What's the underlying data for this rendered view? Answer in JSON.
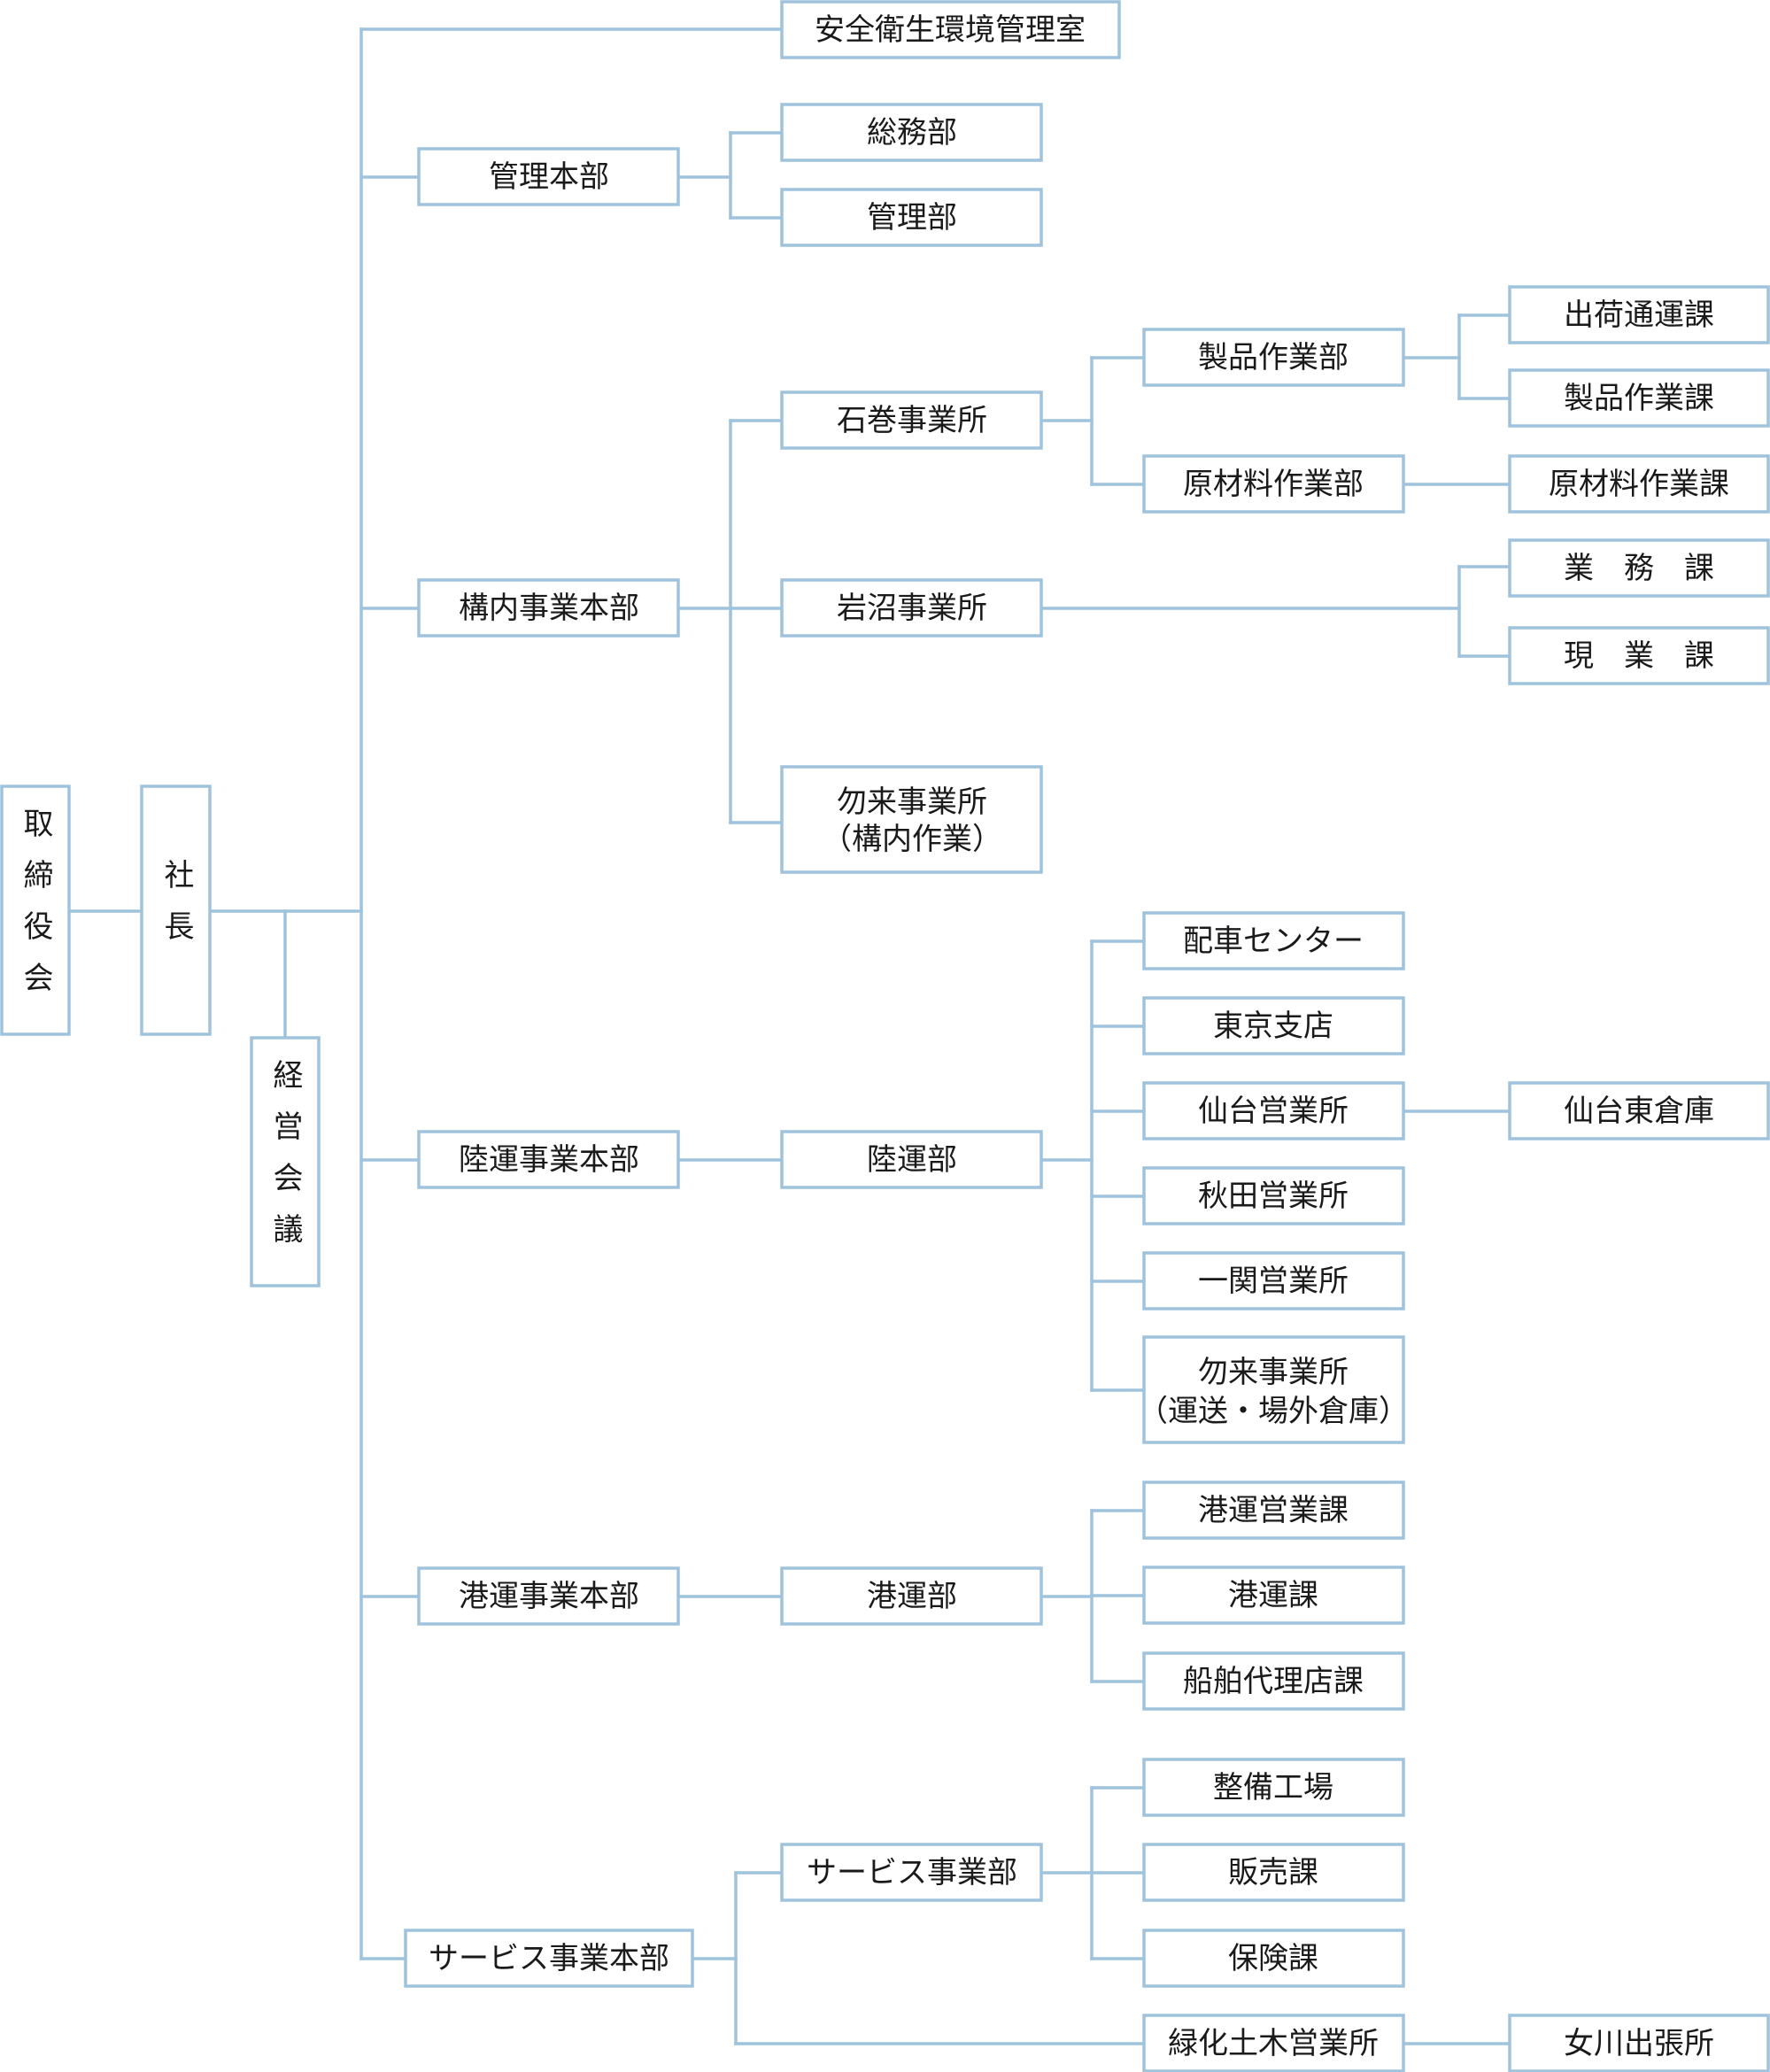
{
  "org": {
    "board": "取締役会",
    "president": "社長",
    "management_meeting": "経営会議",
    "safety_office": "安全衛生環境管理室",
    "admin_hq": "管理本部",
    "general_affairs": "総務部",
    "administration": "管理部",
    "premises_hq": "構内事業本部",
    "ishinomaki_office": "石巻事業所",
    "product_work_dept": "製品作業部",
    "shipping_section": "出荷通運課",
    "product_work_section": "製品作業課",
    "raw_material_dept": "原材料作業部",
    "raw_material_section": "原材料作業課",
    "iwanuma_office": "岩沼事業所",
    "business_section": "業　務　課",
    "field_section": "現　業　課",
    "nakoso_premises_line1": "勿来事業所",
    "nakoso_premises_line2": "（構内作業）",
    "land_hq": "陸運事業本部",
    "land_dept": "陸運部",
    "dispatch_center": "配車センター",
    "tokyo_branch": "東京支店",
    "sendai_sales": "仙台営業所",
    "sendai_east_warehouse": "仙台東倉庫",
    "akita_sales": "秋田営業所",
    "ichinoseki_sales": "一関営業所",
    "nakoso_transport_line1": "勿来事業所",
    "nakoso_transport_line2": "（運送・場外倉庫）",
    "port_hq": "港運事業本部",
    "port_dept": "港運部",
    "port_sales_section": "港運営業課",
    "port_section": "港運課",
    "ship_agency_section": "船舶代理店課",
    "service_hq": "サービス事業本部",
    "service_dept": "サービス事業部",
    "maintenance_shop": "整備工場",
    "sales_section": "販売課",
    "insurance_section": "保険課",
    "greening_office": "緑化土木営業所",
    "onagawa_branch": "女川出張所"
  },
  "colors": {
    "line": "#9fc3dc",
    "text": "#1a1a1a",
    "background": "#ffffff"
  }
}
